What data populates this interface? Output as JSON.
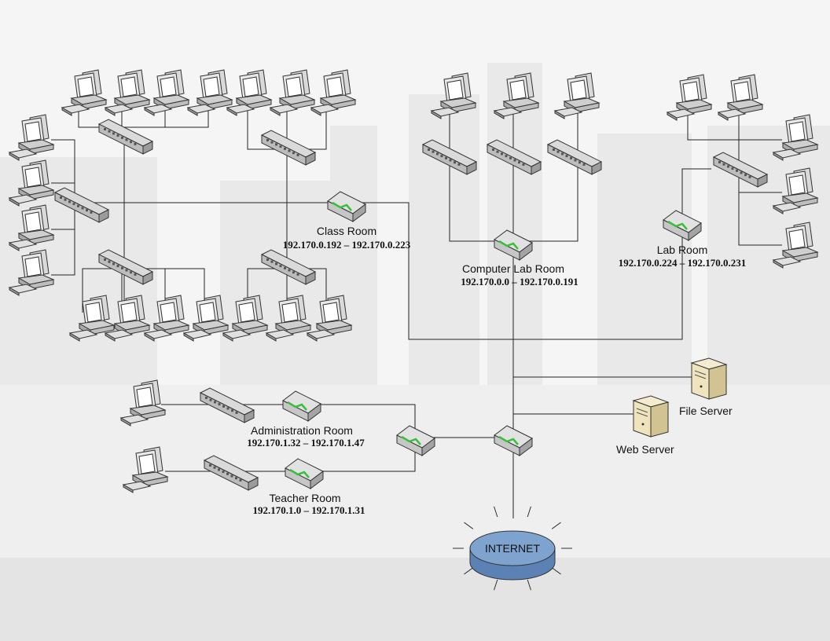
{
  "rooms": {
    "class": {
      "name": "Class Room",
      "range": "192.170.0.192 – 192.170.0.223"
    },
    "computer_lab": {
      "name": "Computer Lab Room",
      "range": "192.170.0.0 – 192.170.0.191"
    },
    "lab": {
      "name": "Lab Room",
      "range": "192.170.0.224 – 192.170.0.231"
    },
    "administration": {
      "name": "Administration Room",
      "range": "192.170.1.32 – 192.170.1.47"
    },
    "teacher": {
      "name": "Teacher Room",
      "range": "192.170.1.0 – 192.170.1.31"
    }
  },
  "servers": {
    "file": "File Server",
    "web": "Web Server"
  },
  "internet": {
    "label": "INTERNET"
  },
  "colors": {
    "line": "#222222",
    "internet_fill": "#7fa3cf",
    "router_accent": "#3bbf3b"
  }
}
